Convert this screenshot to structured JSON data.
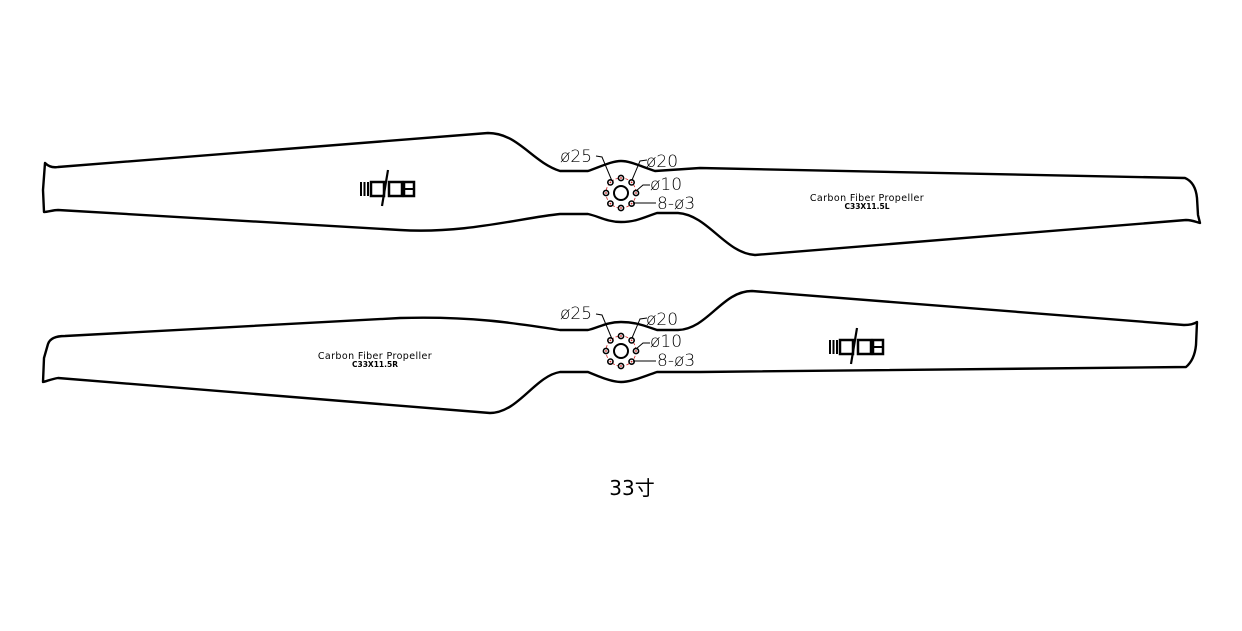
{
  "propellers": [
    {
      "id": "left-hand",
      "hub_labels": {
        "d25": "ø25",
        "d20": "ø20",
        "d10": "ø10",
        "holes": "8-ø3"
      },
      "blade_title": "Carbon Fiber Propeller",
      "blade_model": "C33X11.5L",
      "logo_text": "MOOE"
    },
    {
      "id": "right-hand",
      "hub_labels": {
        "d25": "ø25",
        "d20": "ø20",
        "d10": "ø10",
        "holes": "8-ø3"
      },
      "blade_title": "Carbon Fiber Propeller",
      "blade_model": "C33X11.5R",
      "logo_text": "MOOE"
    }
  ],
  "caption": "33寸",
  "colors": {
    "outline": "#000000",
    "bolt_accent": "#cc2222",
    "background": "#ffffff"
  }
}
